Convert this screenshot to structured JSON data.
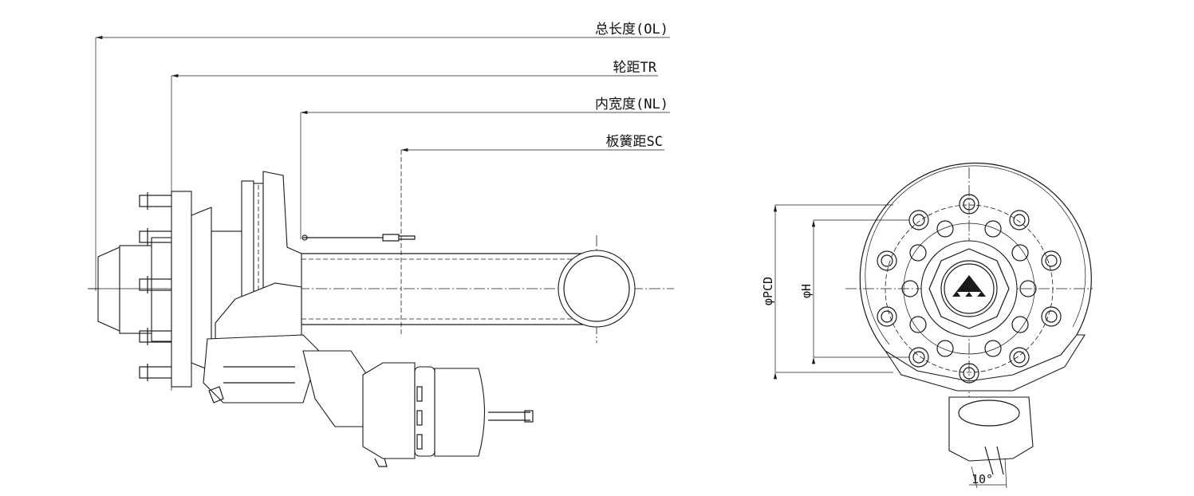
{
  "dimensions": {
    "overall_length": "总长度(OL)",
    "track": "轮距TR",
    "inner_width": "内宽度(NL)",
    "spring_center": "板簧距SC",
    "pcd": "φPCD",
    "hub_diameter": "φH",
    "angle": "10°"
  },
  "colors": {
    "line": "#1a1a1a",
    "background": "#ffffff"
  }
}
